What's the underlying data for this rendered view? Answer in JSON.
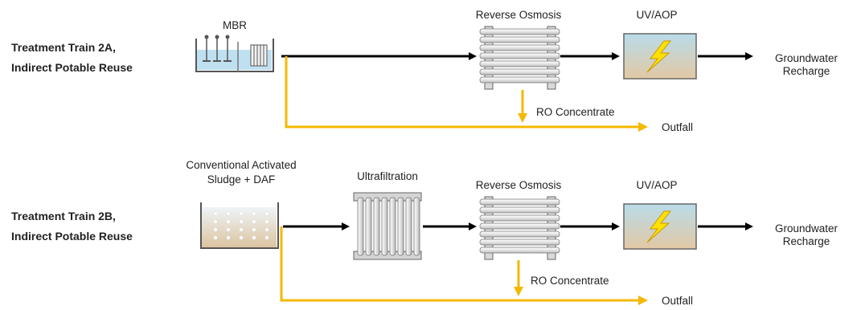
{
  "trains": [
    {
      "label_line1": "Treatment Train 2A,",
      "label_line2": "Indirect Potable Reuse",
      "units": {
        "mbr": "MBR",
        "ro": "Reverse Osmosis",
        "uv": "UV/AOP"
      },
      "concentrate_label": "RO Concentrate",
      "outfall_label": "Outfall",
      "end_line1": "Groundwater",
      "end_line2": "Recharge"
    },
    {
      "label_line1": "Treatment Train 2B,",
      "label_line2": "Indirect Potable Reuse",
      "units": {
        "cas_line1": "Conventional Activated",
        "cas_line2": "Sludge + DAF",
        "uf": "Ultrafiltration",
        "ro": "Reverse Osmosis",
        "uv": "UV/AOP"
      },
      "concentrate_label": "RO Concentrate",
      "outfall_label": "Outfall",
      "end_line1": "Groundwater",
      "end_line2": "Recharge"
    }
  ],
  "colors": {
    "flow_line": "#000000",
    "bypass_line": "#f5b800",
    "tank_water": "#bfe0f0",
    "sludge_top": "#e8f0f6",
    "sludge_bottom": "#e0c9a8",
    "uv_top": "#b9dcea",
    "uv_bottom": "#e2c8a4",
    "lightning": "#ffe000"
  }
}
